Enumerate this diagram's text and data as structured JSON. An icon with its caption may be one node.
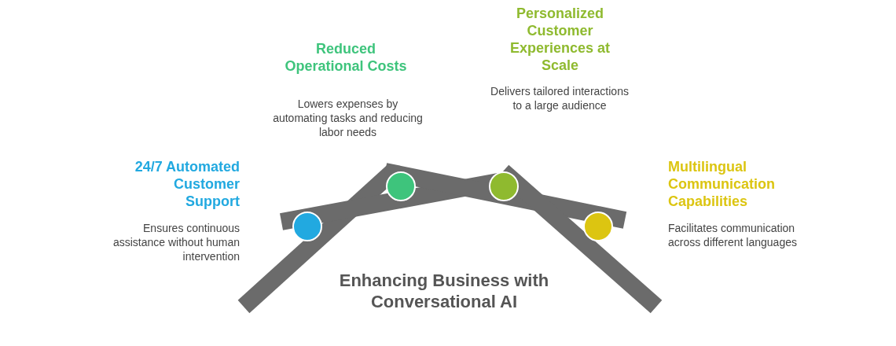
{
  "diagram": {
    "title": "Enhancing Business with Conversational AI",
    "nodes": [
      {
        "text": [],
        "shape": "circle",
        "beside": [
          "24/7 Automated Customer Support",
          "Ensures continuous assistance without human intervention"
        ]
      },
      {
        "text": [],
        "shape": "circle",
        "beside": [
          "Reduced Operational Costs",
          "Lowers expenses by automating tasks and reducing labor needs"
        ]
      },
      {
        "text": [],
        "shape": "circle",
        "beside": [
          "Personalized Customer Experiences at Scale",
          "Delivers tailored interactions to a large audience"
        ]
      },
      {
        "text": [],
        "shape": "circle",
        "beside": [
          "Multilingual Communication Capabilities",
          "Facilitates communication across different languages"
        ]
      }
    ]
  }
}
